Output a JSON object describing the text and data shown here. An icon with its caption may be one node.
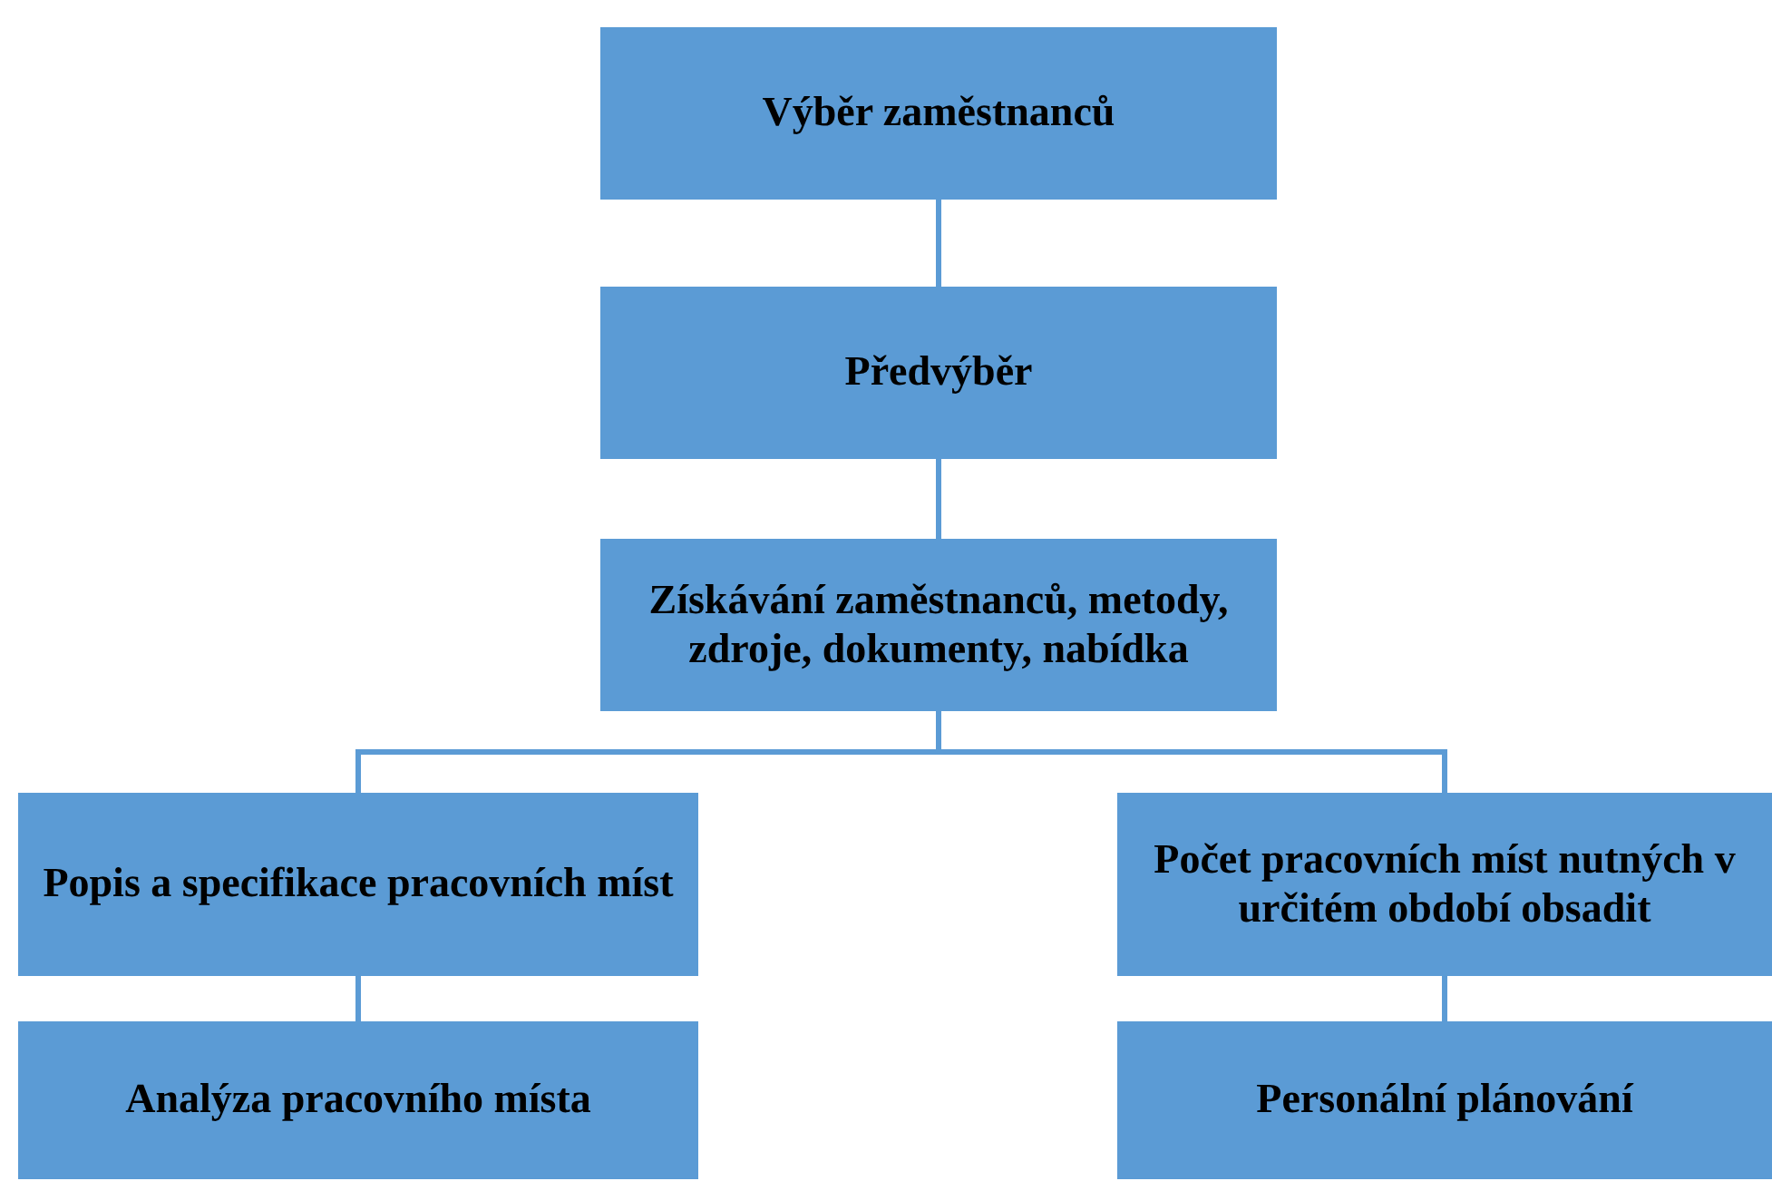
{
  "diagram": {
    "nodes": [
      {
        "text": [
          "Výběr zaměstnanců"
        ]
      },
      {
        "text": [
          "Předvýběr"
        ]
      },
      {
        "text": [
          "Získávání zaměstnanců, metody, zdroje, dokumenty, nabídka"
        ]
      },
      {
        "text": [
          "Popis a specifikace pracovních míst"
        ]
      },
      {
        "text": [
          "Počet pracovních míst nutných v určitém období obsadit"
        ]
      },
      {
        "text": [
          "Analýza pracovního místa"
        ]
      },
      {
        "text": [
          "Personální plánování"
        ]
      }
    ],
    "edges": [
      {
        "from": 0,
        "to": 1,
        "arrow": "none"
      },
      {
        "from": 1,
        "to": 2,
        "arrow": "none"
      },
      {
        "from": 2,
        "to": 3,
        "arrow": "none"
      },
      {
        "from": 2,
        "to": 4,
        "arrow": "none"
      },
      {
        "from": 3,
        "to": 5,
        "arrow": "none"
      },
      {
        "from": 4,
        "to": 6,
        "arrow": "none"
      }
    ]
  }
}
